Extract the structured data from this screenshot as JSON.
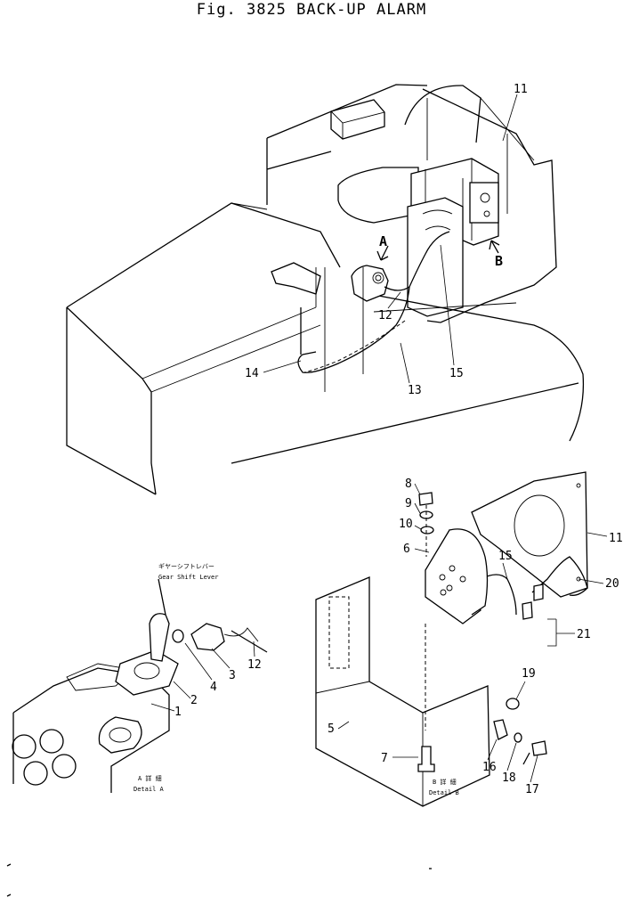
{
  "title": "Fig. 3825 BACK-UP ALARM",
  "view_labels": {
    "a": "A",
    "b": "B"
  },
  "callouts": {
    "c1": "1",
    "c2": "2",
    "c3": "3",
    "c4": "4",
    "c5": "5",
    "c6": "6",
    "c7": "7",
    "c8": "8",
    "c9": "9",
    "c10": "10",
    "c11_top": "11",
    "c11_right": "11",
    "c12_top": "12",
    "c12_bottom": "12",
    "c13": "13",
    "c14": "14",
    "c15_top": "15",
    "c15_bottom": "15",
    "c16": "16",
    "c17": "17",
    "c18": "18",
    "c19": "19",
    "c20": "20",
    "c21": "21"
  },
  "gear_lever_label": {
    "jp": "ギヤーシフトレバー",
    "en": "Gear Shift Lever"
  },
  "detail_a": {
    "jp": "A 詳 細",
    "en": "Detail A"
  },
  "detail_b": {
    "jp": "B 詳 細",
    "en": "Detail B"
  }
}
